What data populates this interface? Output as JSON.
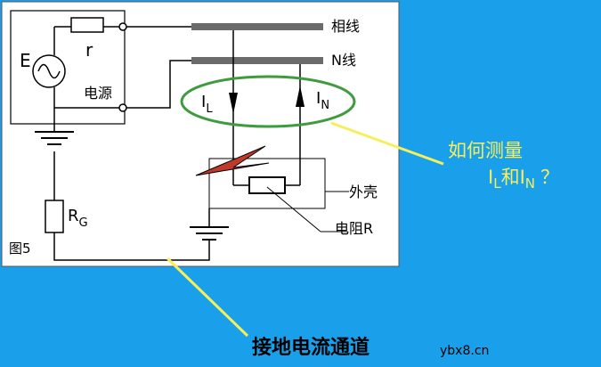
{
  "diagram": {
    "source_label": "E",
    "internal_resistance_label": "r",
    "source_name": "电源",
    "phase_line_label": "相线",
    "neutral_line_label": "N线",
    "current_phase_symbol": "I",
    "current_phase_sub": "L",
    "current_neutral_symbol": "I",
    "current_neutral_sub": "N",
    "shell_label": "外壳",
    "resistor_label": "电阻R",
    "ground_resistor_symbol": "R",
    "ground_resistor_sub": "G",
    "figure_label": "图5"
  },
  "annotations": {
    "question_line1": "如何测量",
    "question_i": "I",
    "question_l": "L",
    "question_and": "和",
    "question_i2": "I",
    "question_n": "N",
    "question_mark": "？",
    "ground_path": "接地电流通道",
    "watermark": "ybx8.cn"
  },
  "colors": {
    "background": "#1aa0ea",
    "panel": "#ffffff",
    "wire": "#000000",
    "bus_bar": "#6b6b6b",
    "ellipse": "#3f9b3f",
    "pointer": "#f7ef5a",
    "spark": "#c0392b",
    "question_text": "#f7ef5a"
  }
}
